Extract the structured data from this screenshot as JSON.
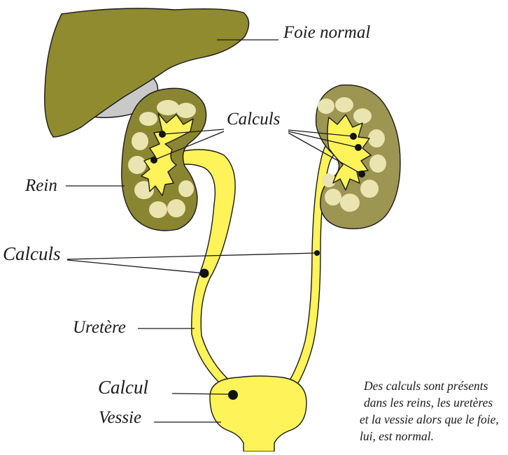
{
  "labels": {
    "liver": "Foie normal",
    "stones_kidney": "Calculs",
    "kidney": "Rein",
    "stones_ureter": "Calculs",
    "ureter": "Uretère",
    "stone_bladder": "Calcul",
    "bladder": "Vessie"
  },
  "caption": [
    "Des calculs sont présents",
    "dans les reins, les uretères",
    "et la vessie alors que le foie,",
    "lui, est normal."
  ],
  "colors": {
    "liver": "#8f8b2e",
    "kidney_right": "#8a8530",
    "kidney_left": "#9d9552",
    "calyx": "#e9e4b0",
    "urine": "#fff35a",
    "gallbladder": "#c9c9c9",
    "stone": "#111111"
  }
}
